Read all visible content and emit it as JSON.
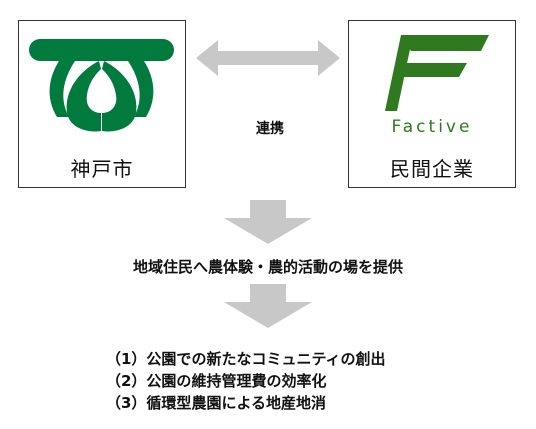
{
  "left_party": {
    "label": "神戸市",
    "logo_color": "#007a3d"
  },
  "right_party": {
    "label": "民間企業",
    "logo_text": "Factive",
    "logo_color": "#2f7a1f"
  },
  "relation_label": "連携",
  "provision": "地域住民へ農体験・農的活動の場を提供",
  "outcomes": [
    "（1）公園での新たなコミュニティの創出",
    "（2）公園の維持管理費の効率化",
    "（3）循環型農園による地産地消"
  ],
  "colors": {
    "arrow": "#c8c8c8",
    "border": "#333333"
  }
}
